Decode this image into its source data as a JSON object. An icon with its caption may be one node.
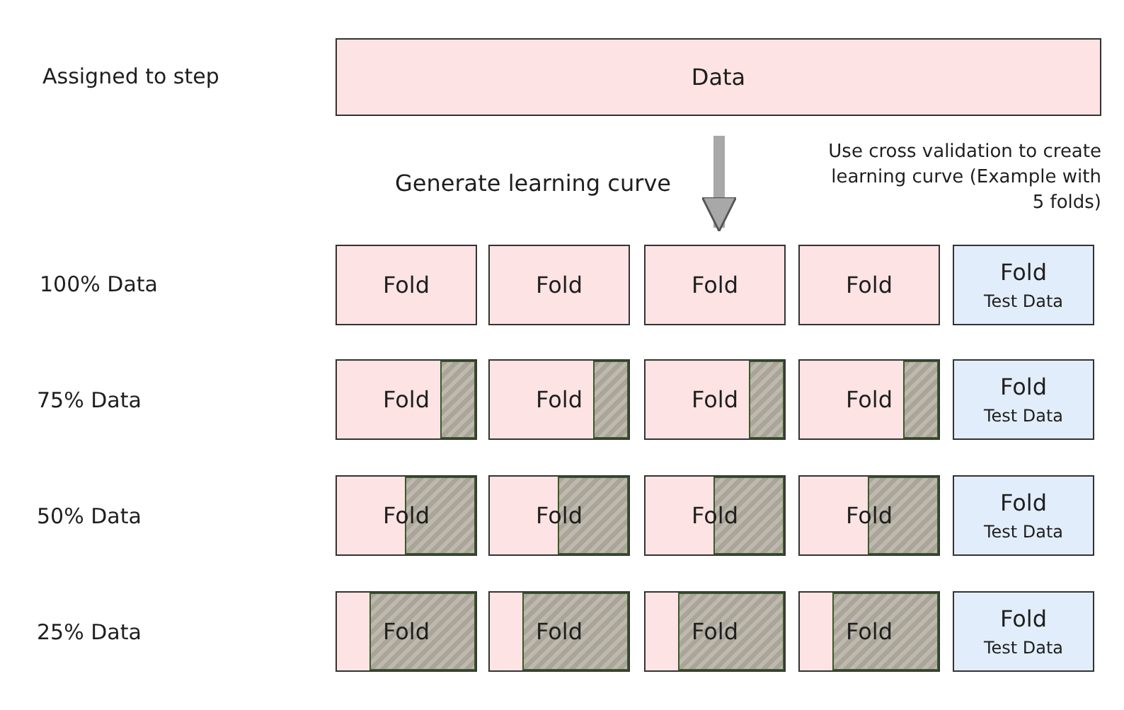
{
  "diagram": {
    "nodes": [
      {
        "text": [
          "Data"
        ]
      },
      {
        "text": [
          "Fold"
        ]
      },
      {
        "text": [
          "Fold"
        ]
      },
      {
        "text": [
          "Fold"
        ]
      },
      {
        "text": [
          "Fold"
        ]
      },
      {
        "text": [
          "Fold",
          "Test Data"
        ]
      },
      {
        "text": [
          "Fold"
        ]
      },
      {
        "text": [
          "Fold"
        ]
      },
      {
        "text": [
          "Fold"
        ]
      },
      {
        "text": [
          "Fold"
        ]
      },
      {
        "text": [
          "Fold",
          "Test Data"
        ]
      },
      {
        "text": [
          "Fold"
        ]
      },
      {
        "text": [
          "Fold"
        ]
      },
      {
        "text": [
          "Fold"
        ]
      },
      {
        "text": [
          "Fold"
        ]
      },
      {
        "text": [
          "Fold",
          "Test Data"
        ]
      },
      {
        "text": [
          "Fold"
        ]
      },
      {
        "text": [
          "Fold"
        ]
      },
      {
        "text": [
          "Fold"
        ]
      },
      {
        "text": [
          "Fold"
        ]
      },
      {
        "text": [
          "Fold",
          "Test Data"
        ]
      }
    ],
    "edges": [
      {
        "from": 0,
        "to": 3,
        "arrow": "to",
        "label": "Generate learning curve"
      }
    ],
    "labels": [
      "Assigned to step",
      "Use cross validation to create learning curve (Example with 5 folds)",
      "100% Data",
      "75% Data",
      "50% Data",
      "25% Data"
    ]
  }
}
